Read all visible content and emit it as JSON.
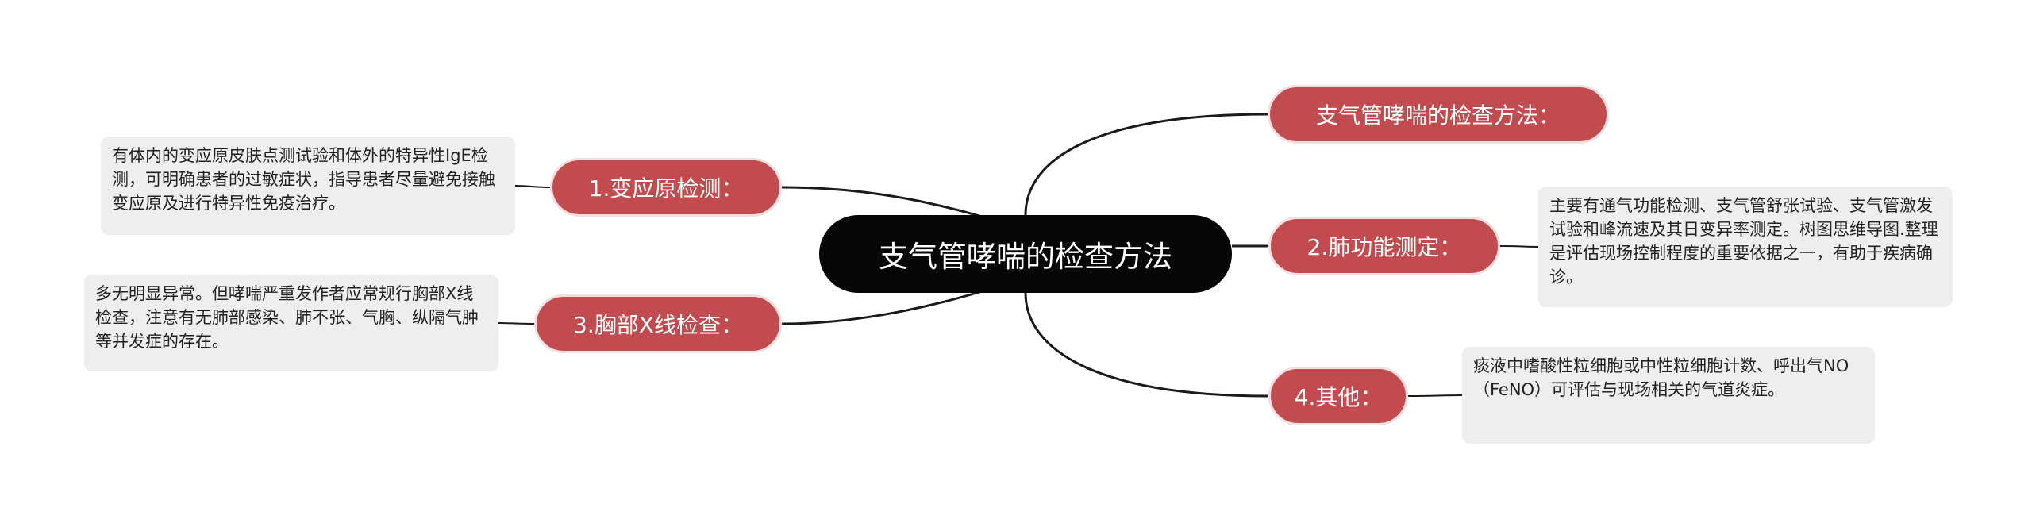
{
  "root": {
    "label": "支气管哮喘的检查方法"
  },
  "branches": {
    "check_methods": {
      "label": "支气管哮喘的检查方法："
    },
    "lung_function": {
      "label": "2.肺功能测定：",
      "detail": "主要有通气功能检测、支气管舒张试验、支气管激发试验和峰流速及其日变异率测定。树图思维导图.整理是评估现场控制程度的重要依据之一，有助于疾病确诊。"
    },
    "other": {
      "label": "4.其他：",
      "detail": "痰液中嗜酸性粒细胞或中性粒细胞计数、呼出气NO（FeNO）可评估与现场相关的气道炎症。"
    },
    "allergen": {
      "label": "1.变应原检测：",
      "detail": "有体内的变应原皮肤点测试验和体外的特异性IgE检测，可明确患者的过敏症状，指导患者尽量避免接触变应原及进行特异性免疫治疗。"
    },
    "chest_xray": {
      "label": "3.胸部X线检查：",
      "detail": "多无明显异常。但哮喘严重发作者应常规行胸部X线检查，注意有无肺部感染、肺不张、气胸、纵隔气肿等并发症的存在。"
    }
  },
  "colors": {
    "root_bg": "#070707",
    "branch_bg": "#c14b4e",
    "leaf_bg": "#eeeeee",
    "line": "#1a1a1a"
  }
}
